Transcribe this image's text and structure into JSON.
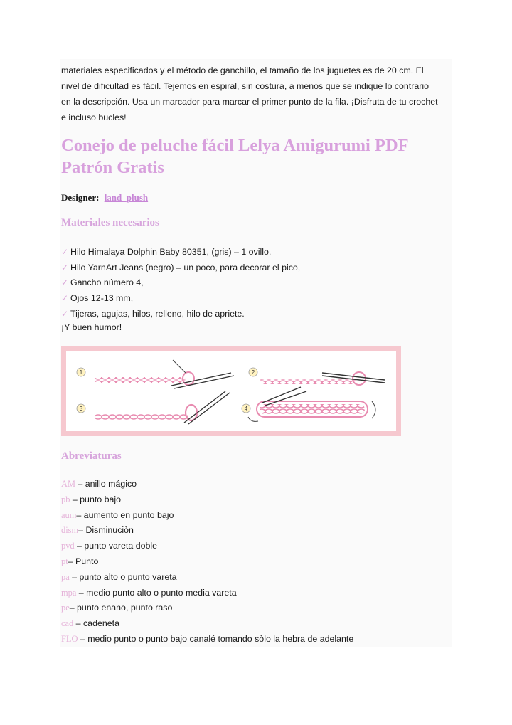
{
  "intro": {
    "lines": [
      "materiales especificados y el método de ganchillo, el tamaño de los juguetes es de 20 cm. El",
      "nivel de dificultad es fácil. Tejemos en espiral, sin costura, a menos que se indique lo contrario",
      "en la descripción. Usa un marcador para marcar el primer punto de la fila. ¡Disfruta de tu crochet",
      "e incluso bucles!"
    ]
  },
  "title": {
    "line1": "Conejo de peluche fácil Lelya Amigurumi PDF",
    "line2": "Patrón Gratis"
  },
  "designer": {
    "label": "Designer:",
    "name": "land_plush"
  },
  "materials": {
    "heading": "Materiales necesarios",
    "items": [
      "Hilo Himalaya Dolphin Baby 80351, (gris) – 1 ovillo,",
      "Hilo YarnArt Jeans (negro) – un poco, para decorar el pico,",
      "Gancho número 4,",
      "Ojos 12-13 mm,",
      "Tijeras, agujas, hilos, relleno, hilo de apriete."
    ],
    "check_icon": "✓",
    "closing": "¡Y buen humor!"
  },
  "figure": {
    "steps": [
      "1",
      "2",
      "3",
      "4"
    ],
    "colors": {
      "yarn": "#e88bb0",
      "hook": "#333333",
      "frame": "#f6c8cf"
    }
  },
  "abbreviations": {
    "heading": "Abreviaturas",
    "items": [
      {
        "abbr": "AM",
        "text": " – anillo mágico"
      },
      {
        "abbr": "pb",
        "text": " – punto bajo"
      },
      {
        "abbr": "aum",
        "text": "– aumento en punto bajo"
      },
      {
        "abbr": "dism",
        "text": "– Disminuciòn"
      },
      {
        "abbr": "pvd",
        "text": " – punto vareta doble"
      },
      {
        "abbr": "pt",
        "text": "– Punto"
      },
      {
        "abbr": "pa",
        "text": " – punto alto o punto vareta"
      },
      {
        "abbr": "mpa",
        "text": " – medio punto alto o punto media vareta"
      },
      {
        "abbr": "pe",
        "text": "– punto enano, punto raso"
      },
      {
        "abbr": "cad",
        "text": " – cadeneta"
      },
      {
        "abbr": "FLO",
        "text": " – medio punto o punto bajo canalé tomando sòlo la hebra de adelante"
      }
    ]
  }
}
